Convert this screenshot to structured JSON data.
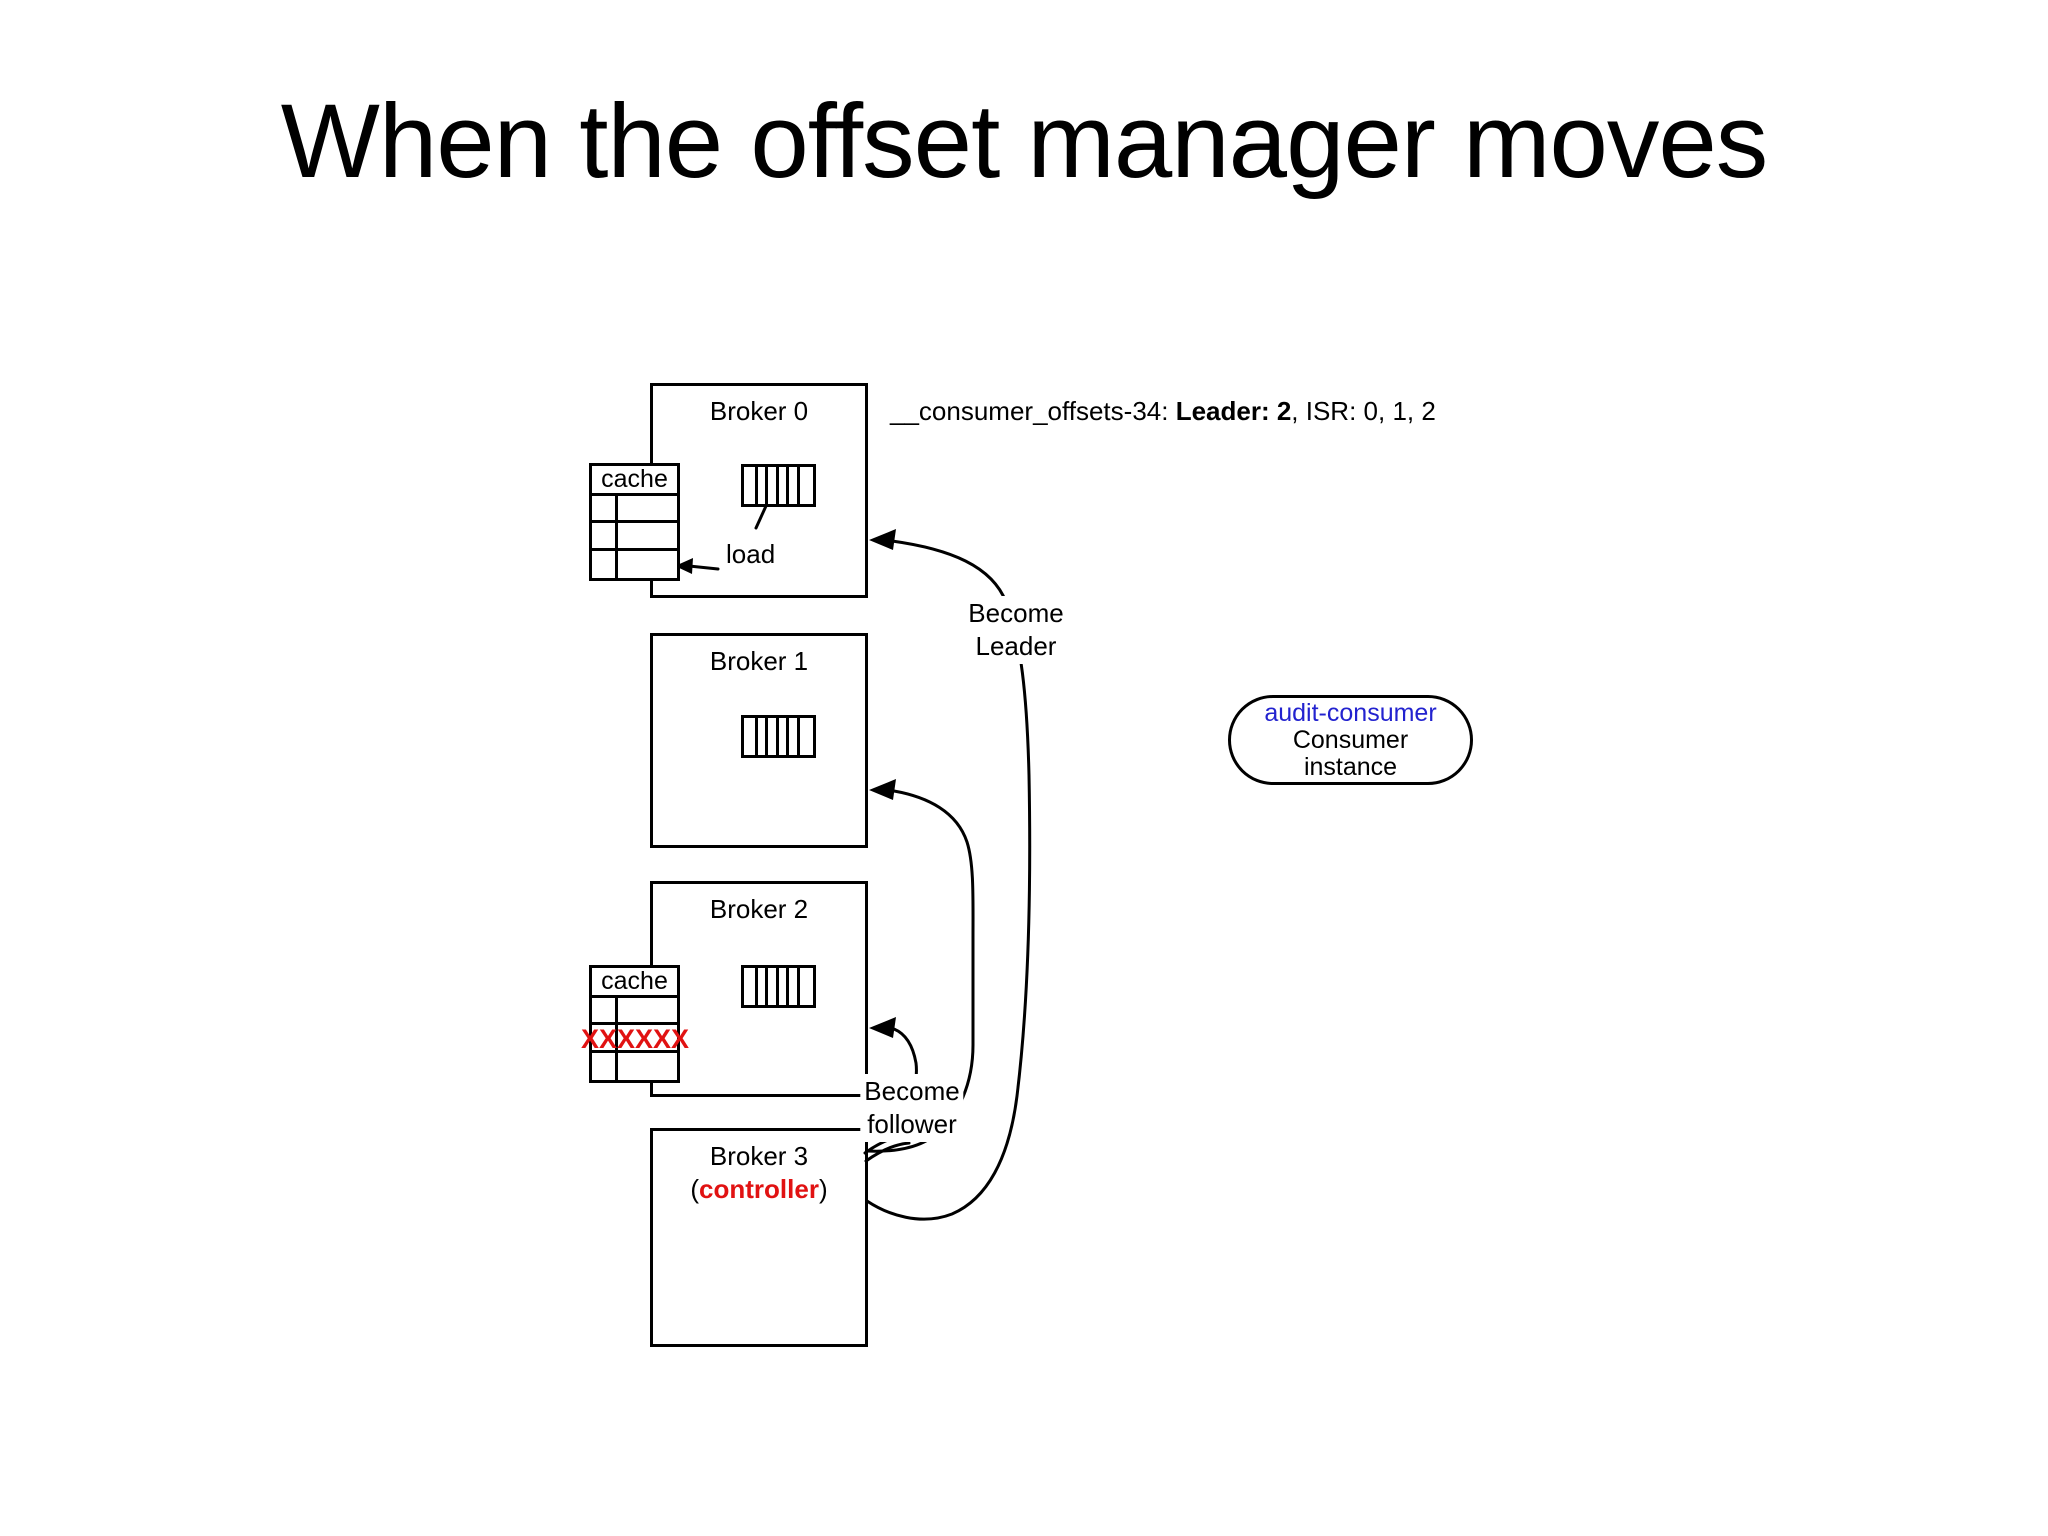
{
  "slide": {
    "title": "When the offset manager moves"
  },
  "partition_status": {
    "topic_partition": "__consumer_offsets-34: ",
    "leader": "Leader: 2",
    "isr": ", ISR: 0, 1, 2"
  },
  "brokers": [
    {
      "label": "Broker 0"
    },
    {
      "label": "Broker 1"
    },
    {
      "label": "Broker 2"
    },
    {
      "label": "Broker 3",
      "role_open": "(",
      "role": "controller",
      "role_close": ")"
    }
  ],
  "cache": {
    "header": "cache",
    "invalidated_marks": "XXXXXX"
  },
  "annotations": {
    "load": "load",
    "become_leader": {
      "line1": "Become",
      "line2": "Leader"
    },
    "become_follower": {
      "line1": "Become",
      "line2": "follower"
    }
  },
  "consumer_instance": {
    "group_id": "audit-consumer",
    "type_line1": "Consumer",
    "type_line2": "instance"
  },
  "colors": {
    "ink": "#000000",
    "background": "#ffffff",
    "invalid_red": "#e11212",
    "consumer_blue": "#2222cf"
  }
}
